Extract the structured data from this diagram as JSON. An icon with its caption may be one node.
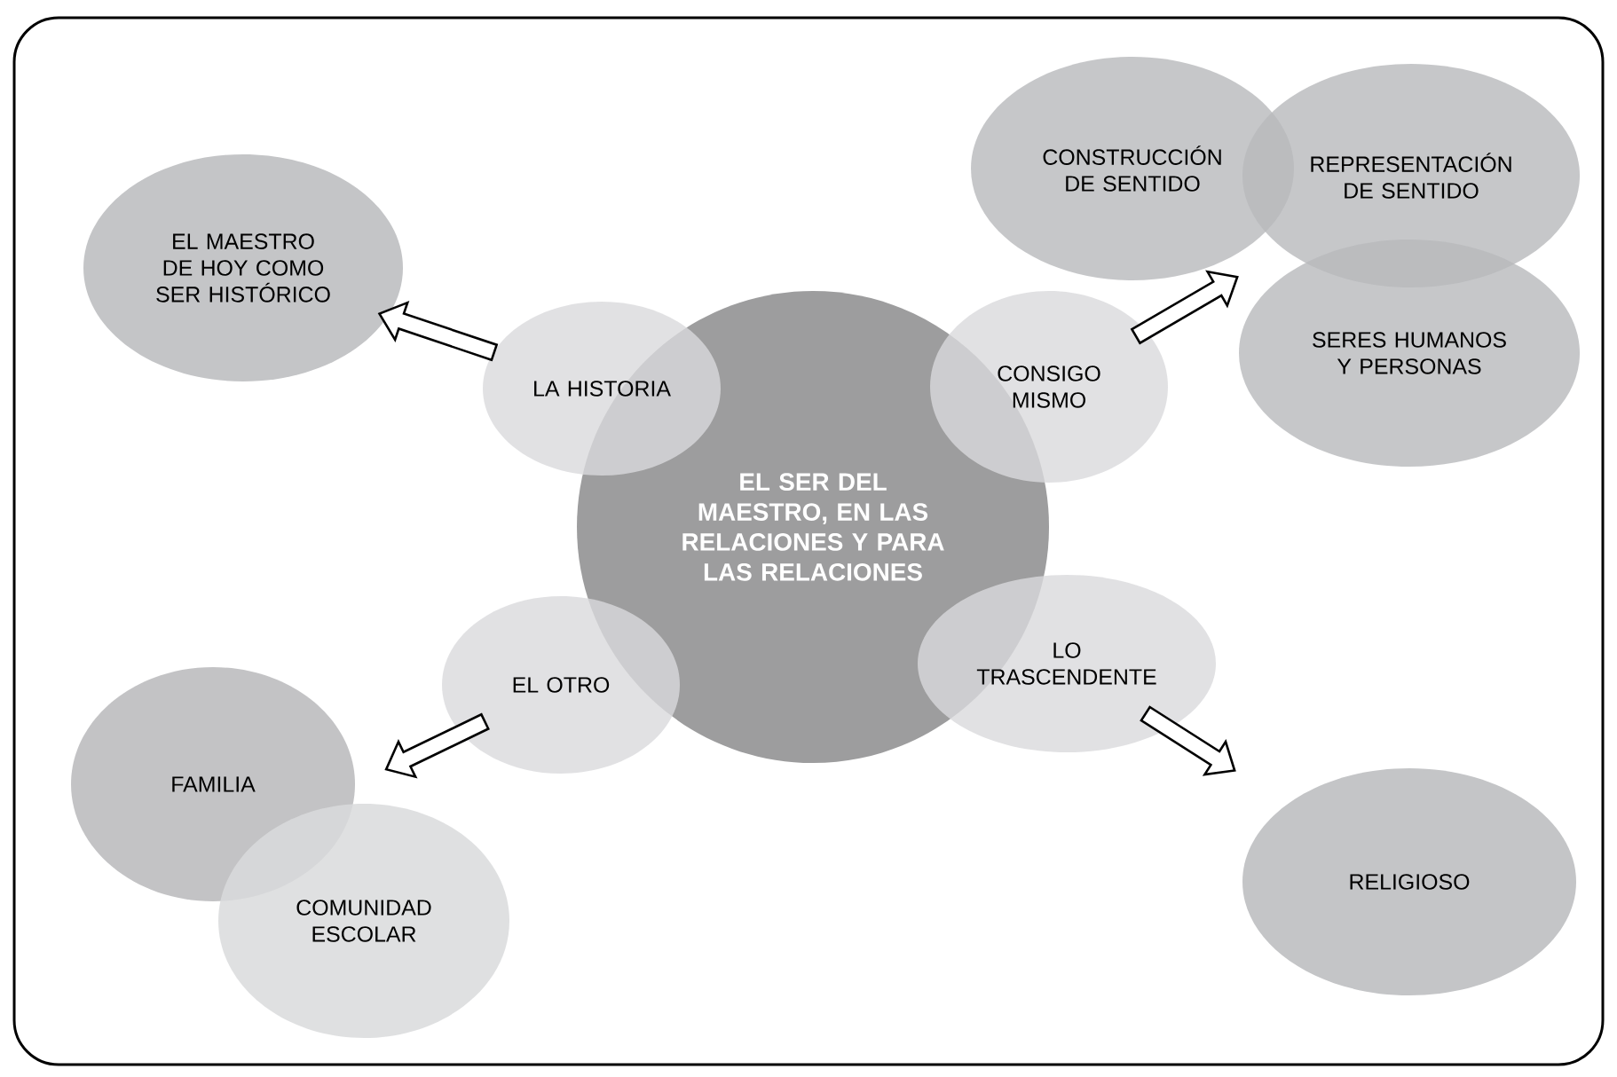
{
  "diagram": {
    "nodes": [
      {
        "text": [
          "EL SER DEL MAESTRO, EN LAS RELACIONES Y PARA LAS RELACIONES"
        ]
      },
      {
        "text": [
          "LA HISTORIA"
        ]
      },
      {
        "text": [
          "EL MAESTRO DE HOY COMO SER HISTÓRICO"
        ]
      },
      {
        "text": [
          "CONSIGO MISMO"
        ]
      },
      {
        "text": [
          "CONSTRUCCIÓN DE SENTIDO"
        ]
      },
      {
        "text": [
          "REPRESENTACIÓN DE SENTIDO"
        ]
      },
      {
        "text": [
          "SERES HUMANOS Y PERSONAS"
        ]
      },
      {
        "text": [
          "EL OTRO"
        ]
      },
      {
        "text": [
          "FAMILIA"
        ]
      },
      {
        "text": [
          "COMUNIDAD ESCOLAR"
        ]
      },
      {
        "text": [
          "LO TRASCENDENTE"
        ]
      },
      {
        "text": [
          "RELIGIOSO"
        ]
      }
    ],
    "edges": [
      {
        "from": 1,
        "to": 2,
        "arrow": "to"
      },
      {
        "from": 3,
        "to": 5,
        "arrow": "to"
      },
      {
        "from": 7,
        "to": 8,
        "arrow": "to"
      },
      {
        "from": 10,
        "to": 11,
        "arrow": "to"
      }
    ]
  }
}
